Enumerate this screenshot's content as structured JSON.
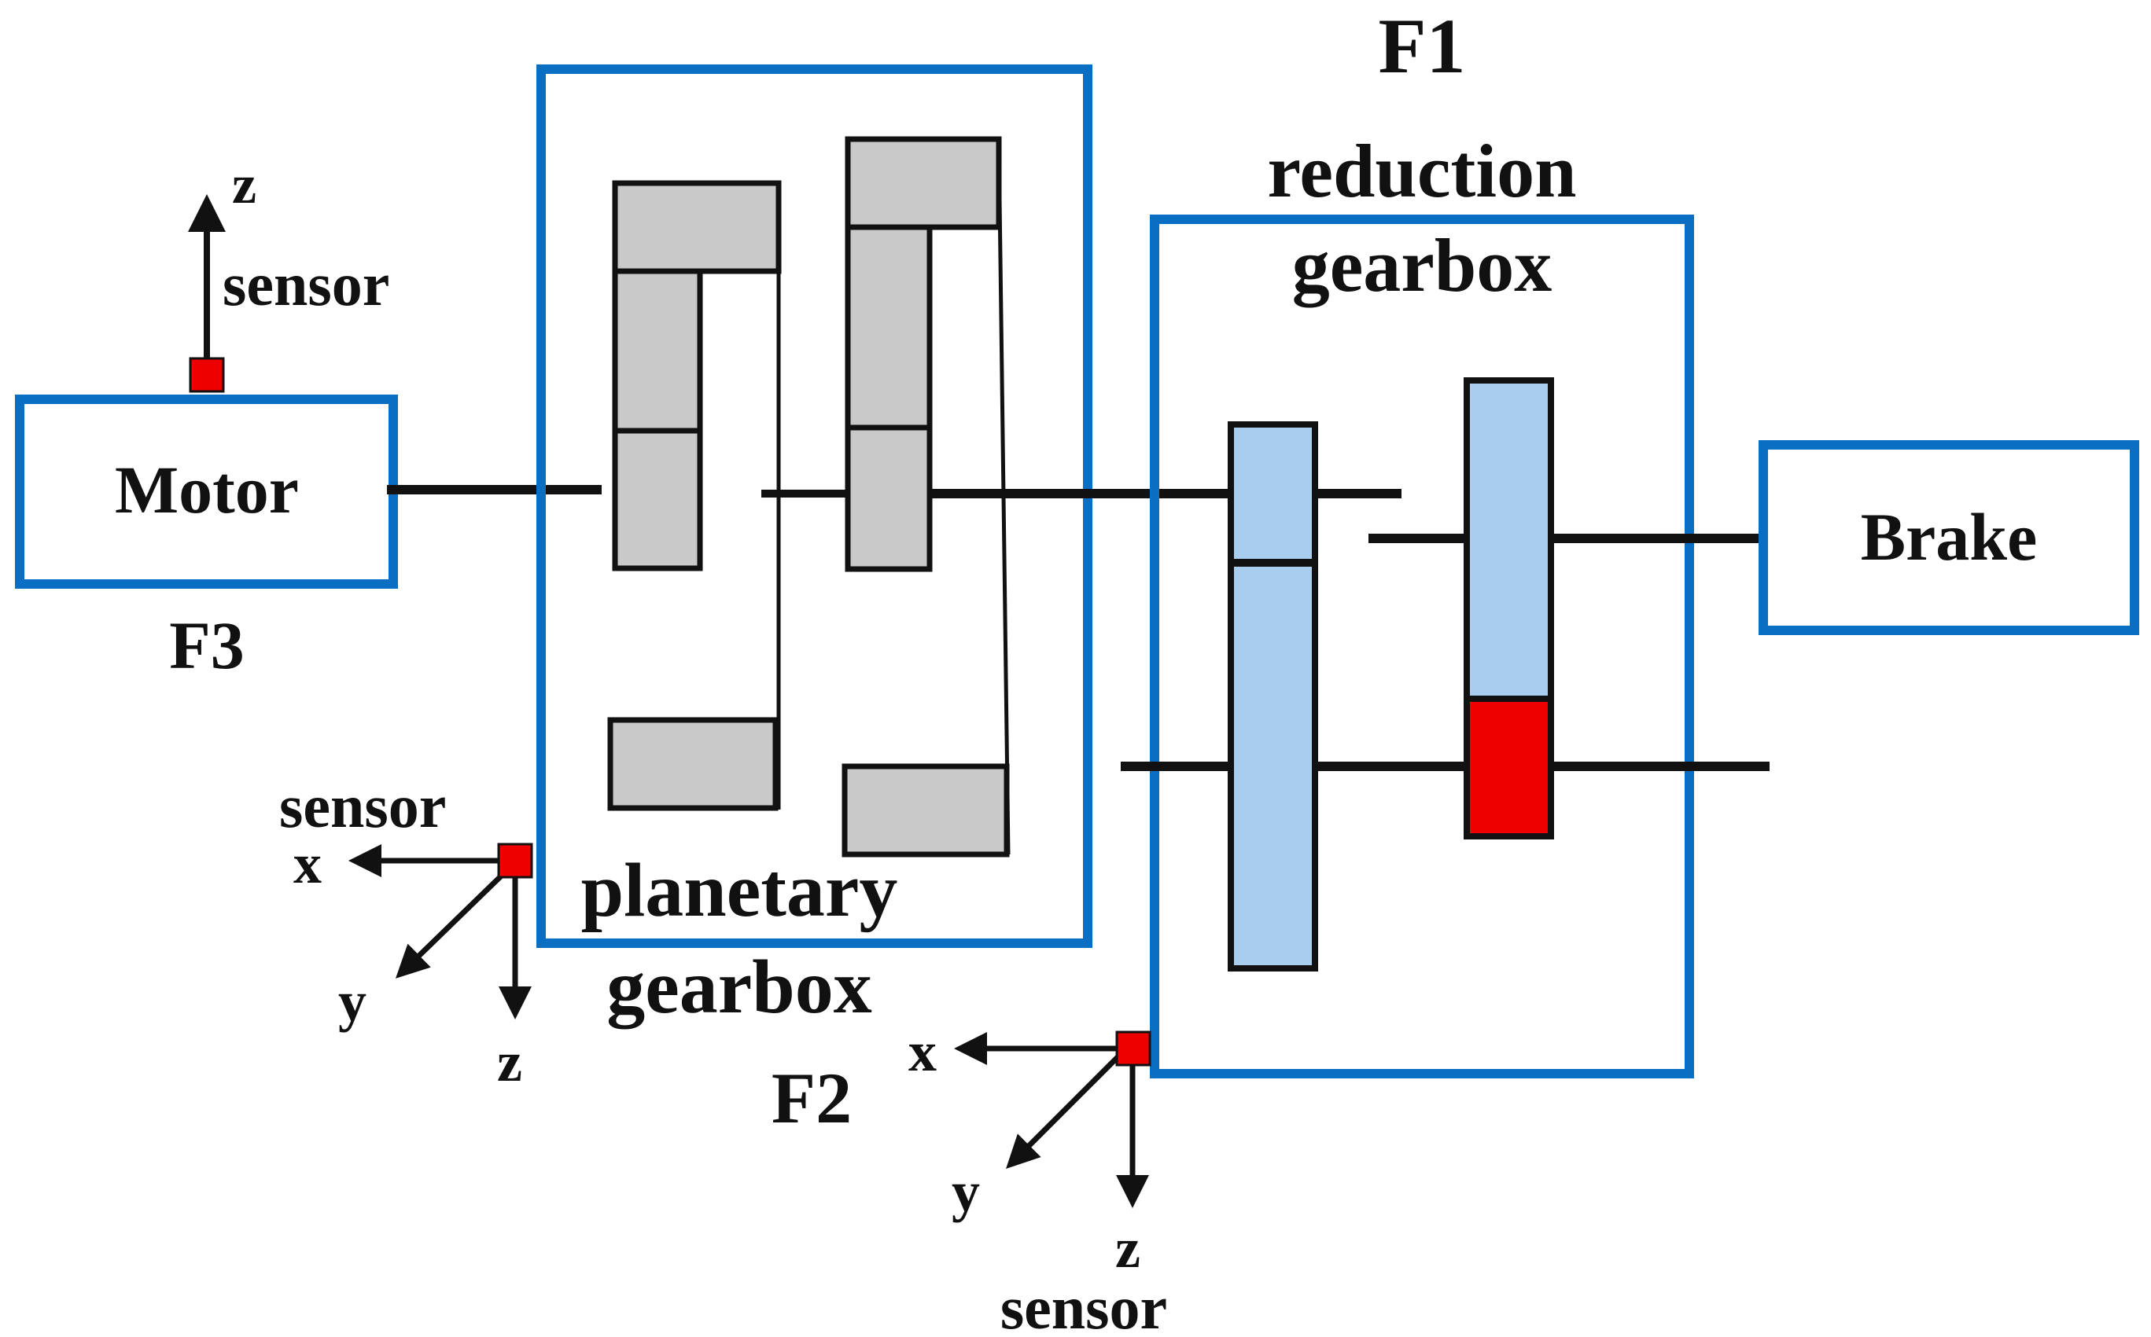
{
  "colors": {
    "frame_blue": "#0a6fc2",
    "gear_gray": "#c9c9c9",
    "gear_blue": "#a9cdee",
    "faulty_red": "#ee0000",
    "sensor_red": "#ee0000",
    "line_black": "#111111"
  },
  "motor": {
    "label": "Motor",
    "tag": "F3"
  },
  "brake": {
    "label": "Brake"
  },
  "planetary": {
    "line1": "planetary",
    "line2": "gearbox",
    "tag": "F2"
  },
  "reduction": {
    "tag": "F1",
    "line1": "reduction",
    "line2": "gearbox"
  },
  "sensor_motor": {
    "label": "sensor",
    "axis_z": "z"
  },
  "sensor_planetary": {
    "label": "sensor",
    "axis_x": "x",
    "axis_y": "y",
    "axis_z": "z"
  },
  "sensor_reduction": {
    "label": "sensor",
    "axis_x": "x",
    "axis_y": "y",
    "axis_z": "z"
  }
}
